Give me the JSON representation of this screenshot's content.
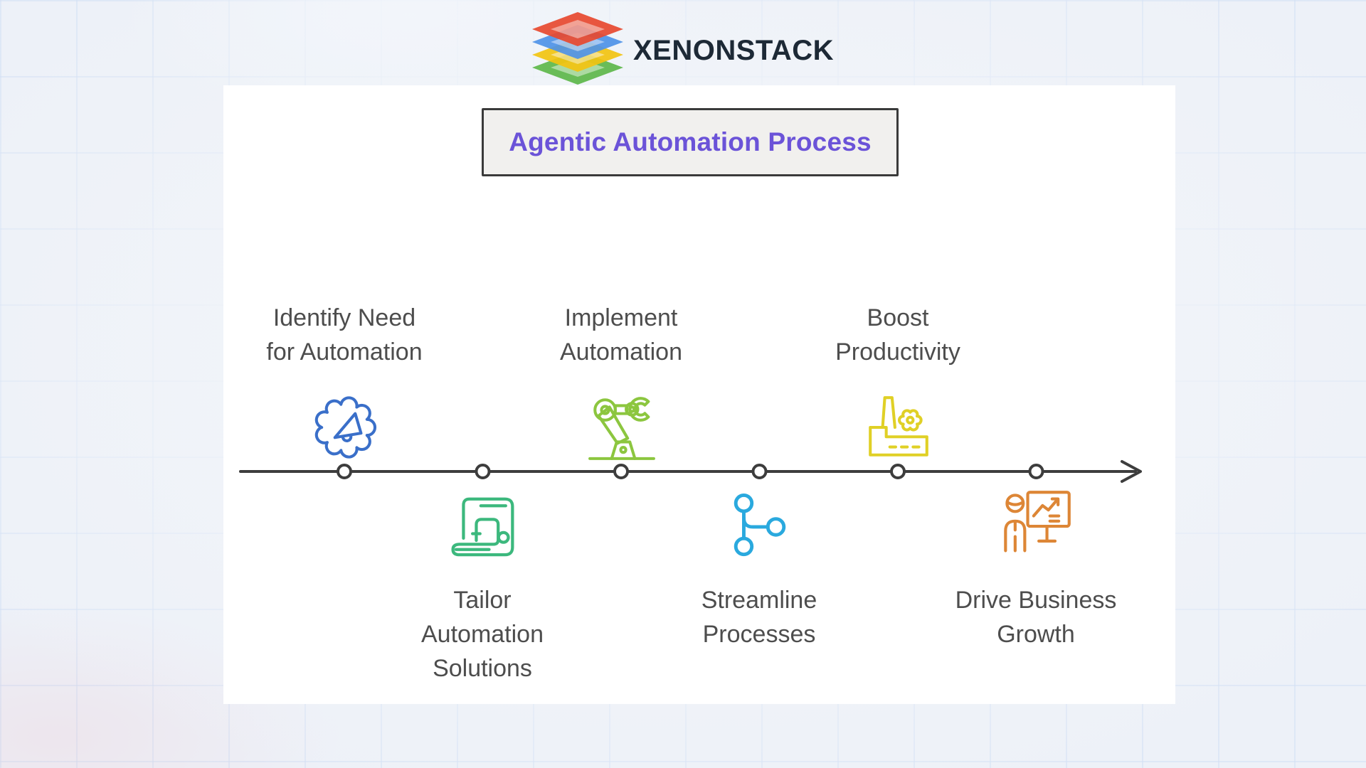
{
  "brand": {
    "name": "XENONSTACK",
    "text_color": "#1d2936",
    "layer_colors": [
      "#e8492f",
      "#4f93e8",
      "#f2c411",
      "#5eb84a"
    ]
  },
  "title": {
    "text": "Agentic Automation Process",
    "color": "#6b53d8",
    "background": "#f1f0ee",
    "border_color": "#3a3a3a"
  },
  "timeline": {
    "color": "#3d3d3d",
    "node_fill": "#ffffff"
  },
  "steps": [
    {
      "label": "Identify Need\nfor Automation",
      "icon": "gear-megaphone",
      "color": "#3a6fc9",
      "position": "above"
    },
    {
      "label": "Tailor\nAutomation\nSolutions",
      "icon": "sewing-machine",
      "color": "#3cb87d",
      "position": "below"
    },
    {
      "label": "Implement\nAutomation",
      "icon": "robot-arm",
      "color": "#8cc63f",
      "position": "above"
    },
    {
      "label": "Streamline\nProcesses",
      "icon": "flow-branch",
      "color": "#2aa9de",
      "position": "below"
    },
    {
      "label": "Boost\nProductivity",
      "icon": "factory",
      "color": "#e0d026",
      "position": "above"
    },
    {
      "label": "Drive Business\nGrowth",
      "icon": "presenter-chart",
      "color": "#dd8636",
      "position": "below"
    }
  ]
}
